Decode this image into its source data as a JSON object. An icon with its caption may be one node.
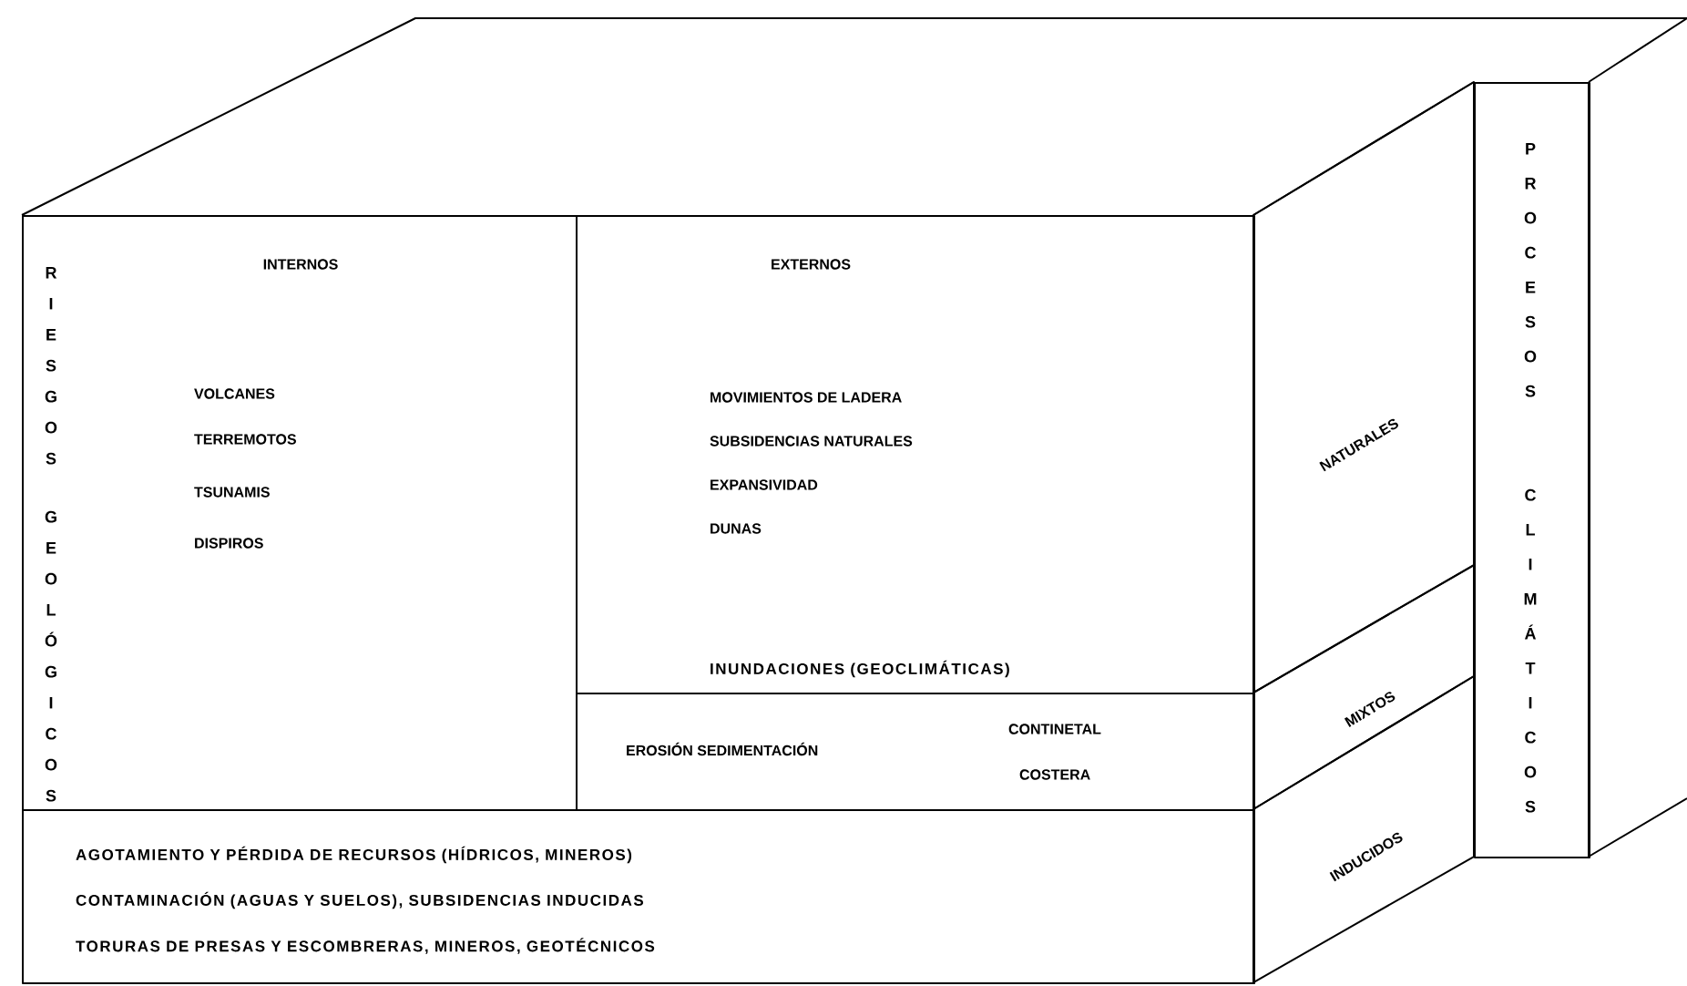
{
  "diagram": {
    "nodes": [
      {
        "text": [
          "RIESGOS GEOLÓGICOS",
          "INTERNOS",
          "VOLCANES",
          "TERREMOTOS",
          "TSUNAMIS",
          "DISPIROS"
        ]
      },
      {
        "text": [
          "EXTERNOS",
          "MOVIMIENTOS DE LADERA",
          "SUBSIDENCIAS NATURALES",
          "EXPANSIVIDAD",
          "DUNAS",
          "INUNDACIONES (GEOCLIMÁTICAS)"
        ]
      },
      {
        "text": [
          "EROSIÓN SEDIMENTACIÓN",
          "CONTINETAL",
          "COSTERA"
        ]
      },
      {
        "text": [
          "AGOTAMIENTO Y PÉRDIDA DE RECURSOS (HÍDRICOS, MINEROS)",
          "CONTAMINACIÓN (AGUAS Y SUELOS), SUBSIDENCIAS INDUCIDAS",
          "TORURAS DE PRESAS Y ESCOMBRERAS, MINEROS, GEOTÉCNICOS"
        ]
      },
      {
        "text": [
          "NATURALES"
        ]
      },
      {
        "text": [
          "MIXTOS"
        ]
      },
      {
        "text": [
          "INDUCIDOS"
        ]
      },
      {
        "text": [
          "PROCESOS CLIMÁTICOS"
        ]
      }
    ]
  }
}
